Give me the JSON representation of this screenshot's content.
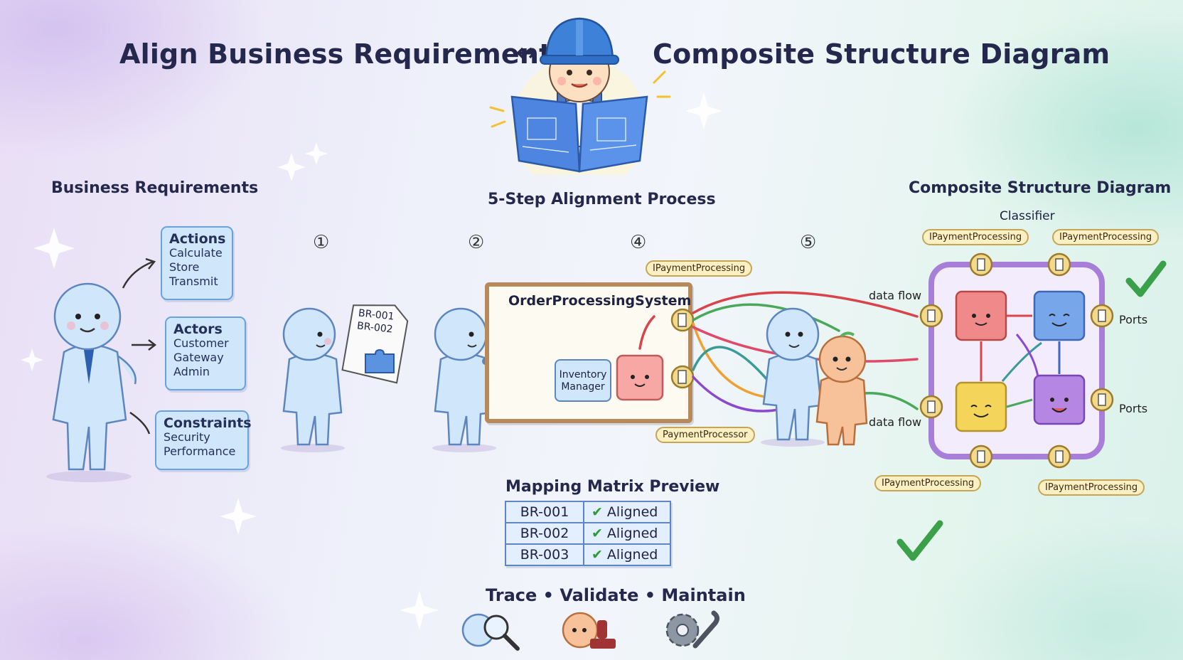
{
  "title_left": "Align Business Requirements",
  "title_arrow": "↔",
  "title_right": "Composite Structure Diagram",
  "business": {
    "heading": "Business Requirements",
    "actions": {
      "title": "Actions",
      "items": [
        "Calculate",
        "Store",
        "Transmit"
      ]
    },
    "actors": {
      "title": "Actors",
      "items": [
        "Customer",
        "Gateway",
        "Admin"
      ]
    },
    "constraints": {
      "title": "Constraints",
      "items": [
        "Security",
        "Performance"
      ]
    }
  },
  "process": {
    "heading": "5-Step Alignment Process",
    "steps": [
      "①",
      "②",
      "④",
      "⑤"
    ],
    "doc_lines": [
      "BR-001",
      "BR-002"
    ],
    "board_title": "OrderProcessingSystem",
    "inventory": "Inventory Manager",
    "interface_tag": "IPaymentProcessing",
    "processor_tag": "PaymentProcessor"
  },
  "matrix": {
    "heading": "Mapping Matrix Preview",
    "rows": [
      {
        "id": "BR-001",
        "status": "Aligned"
      },
      {
        "id": "BR-002",
        "status": "Aligned"
      },
      {
        "id": "BR-003",
        "status": "Aligned"
      }
    ]
  },
  "footer": {
    "text": "Trace • Validate • Maintain"
  },
  "csd": {
    "heading": "Composite Structure Diagram",
    "classifier": "Classifier",
    "interface_tags": [
      "IPaymentProcessing",
      "IPaymentProcessing",
      "IPaymentProcessing",
      "IPaymentProcessing"
    ],
    "ports_labels": [
      "Ports",
      "Ports"
    ],
    "data_flow_labels": [
      "data flow",
      "data flow"
    ]
  },
  "colors": {
    "accent_blue": "#6aa2dc",
    "check_green": "#3aa14a",
    "frame_purple": "#a77fd8",
    "tag_fill": "#fbefc4"
  }
}
